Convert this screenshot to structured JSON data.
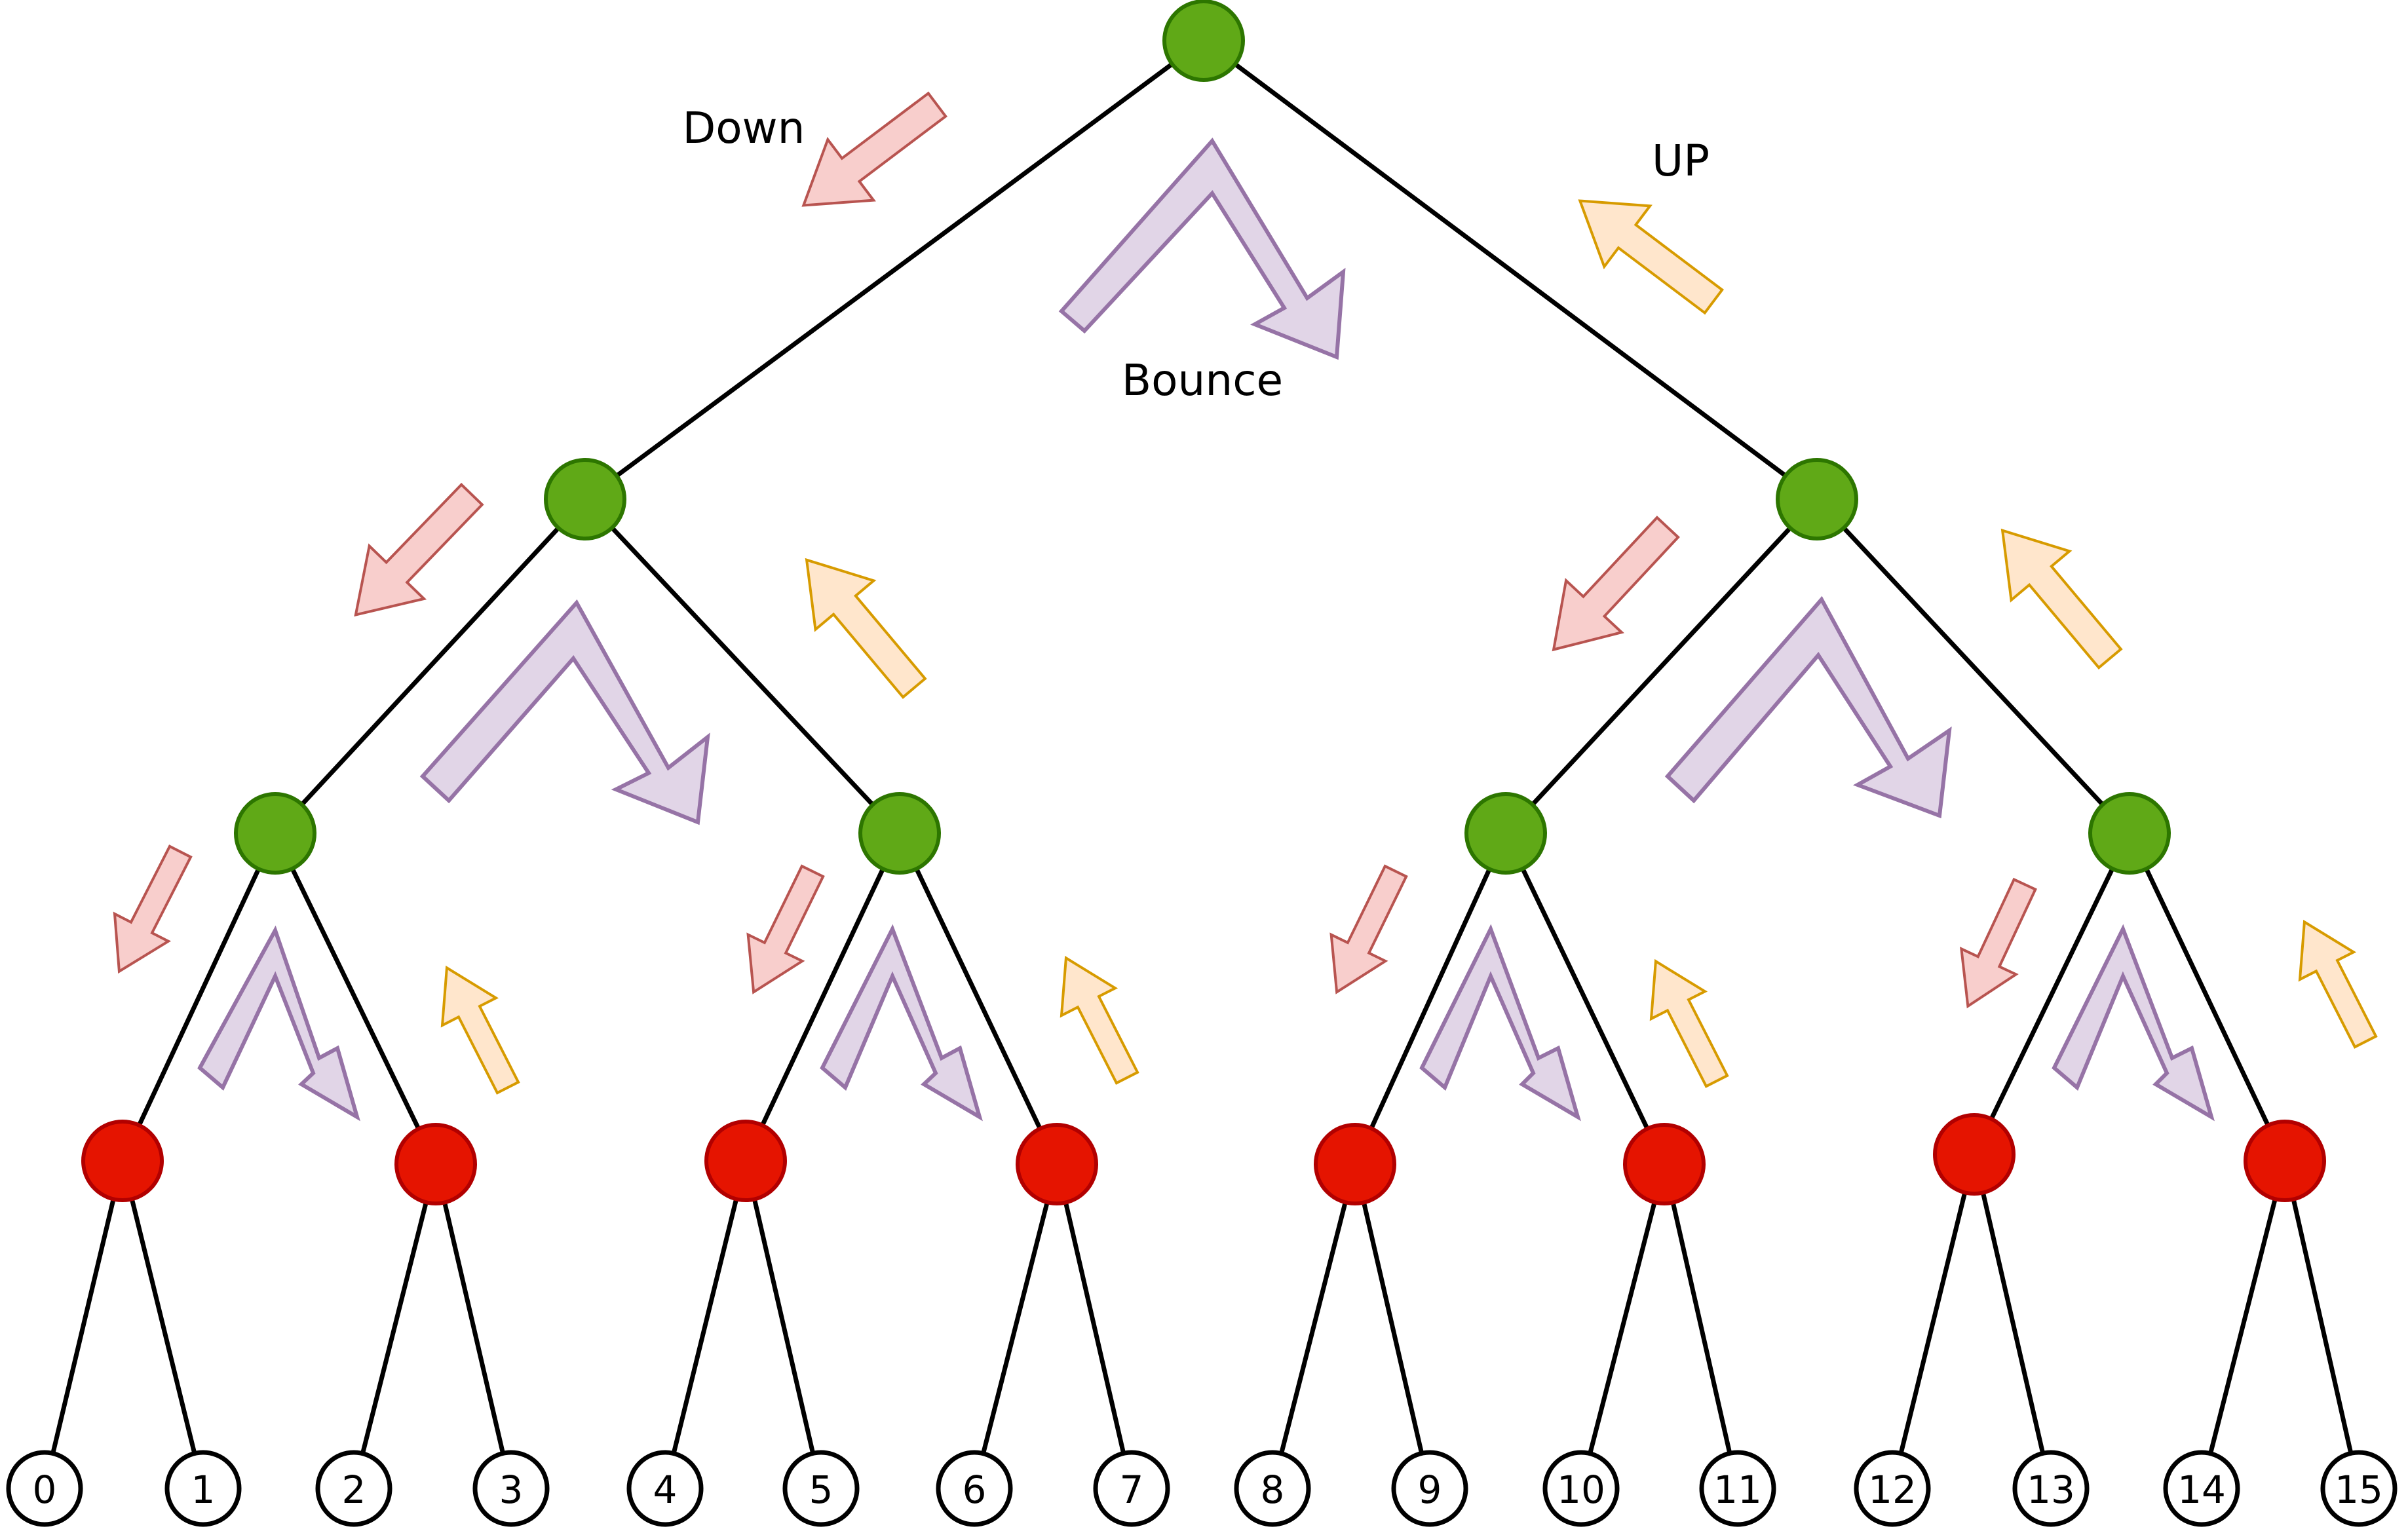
{
  "legend": {
    "down": "Down",
    "up": "UP",
    "bounce": "Bounce"
  },
  "leaves": [
    "0",
    "1",
    "2",
    "3",
    "4",
    "5",
    "6",
    "7",
    "8",
    "9",
    "10",
    "11",
    "12",
    "13",
    "14",
    "15"
  ],
  "colors": {
    "internal_node_fill": "#60a917",
    "internal_node_stroke": "#2d7600",
    "bottom_node_fill": "#e51400",
    "bottom_node_stroke": "#b20000",
    "down_fill": "#f8cecc",
    "down_stroke": "#b85450",
    "up_fill": "#ffe6cc",
    "up_stroke": "#d79b00",
    "bounce_fill": "#e1d5e7",
    "bounce_stroke": "#9673a6"
  }
}
